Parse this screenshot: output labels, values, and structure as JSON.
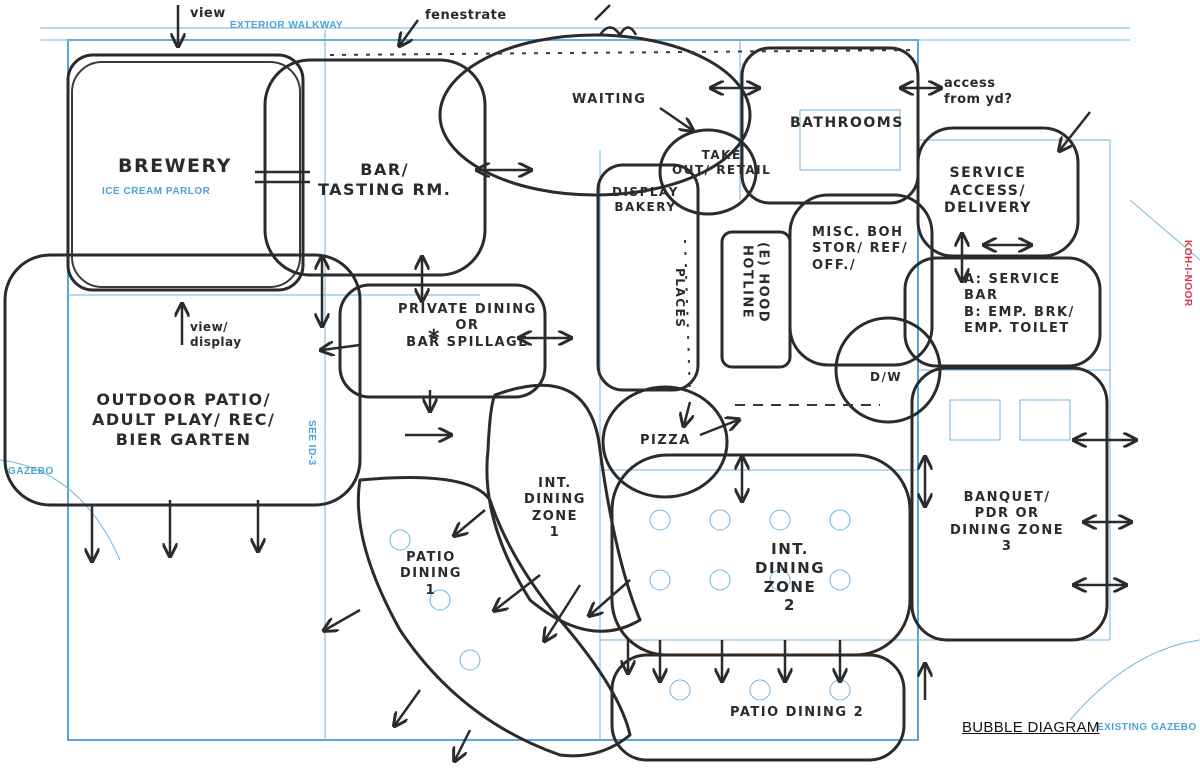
{
  "diagram": {
    "title": "BUBBLE DIAGRAM",
    "spaces": {
      "brewery": "BREWERY",
      "bar": "BAR/\nTASTING RM.",
      "waiting": "WAITING",
      "take_out": "TAKE\nOUT/ RETAIL",
      "display_bakery": "DISPLAY\nBAKERY",
      "bathrooms": "BATHROOMS",
      "service_access": "SERVICE\nACCESS/\nDELIVERY",
      "misc_boh": "MISC. BOH\nSTOR/ REF/\nOFF./",
      "service_bar": "A: SERVICE\nBAR\nB: EMP. BRK/\nEMP. TOILET",
      "private_dining": "PRIVATE DINING\nOR\nBAR SPILLAGE",
      "outdoor_patio": "OUTDOOR PATIO/\nADULT PLAY/ REC/\nBIER GARTEN",
      "pizza": "PIZZA",
      "hood": "(E) HOOD\nHOTLINE",
      "int_dining_1": "INT.\nDINING\nZONE\n1",
      "int_dining_2": "INT.\nDINING\nZONE\n2",
      "patio_dining_1": "PATIO\nDINING\n1",
      "patio_dining_2": "PATIO DINING 2",
      "banquet": "BANQUET/\nPDR OR\nDINING ZONE\n3",
      "dw": "D/W",
      "places": "PLACES"
    },
    "annotations": {
      "view_top": "view",
      "fenestrate": "fenestrate",
      "access_from_yd": "access\nfrom yd?",
      "view_display": "view/\ndisplay"
    },
    "plan_labels": {
      "exterior_walkway": "EXTERIOR WALKWAY",
      "ice_cream_parlor": "ICE CREAM PARLOR",
      "gazebo_left": "GAZEBO",
      "existing_gazebo": "EXISTING GAZEBO",
      "see_note": "SEE ID-3",
      "koh_i_noor": "KOH-I-NOOR"
    },
    "colors": {
      "ink": "#2b2b2b",
      "blueprint": "#6fb6e0",
      "paper": "#ffffff"
    }
  }
}
